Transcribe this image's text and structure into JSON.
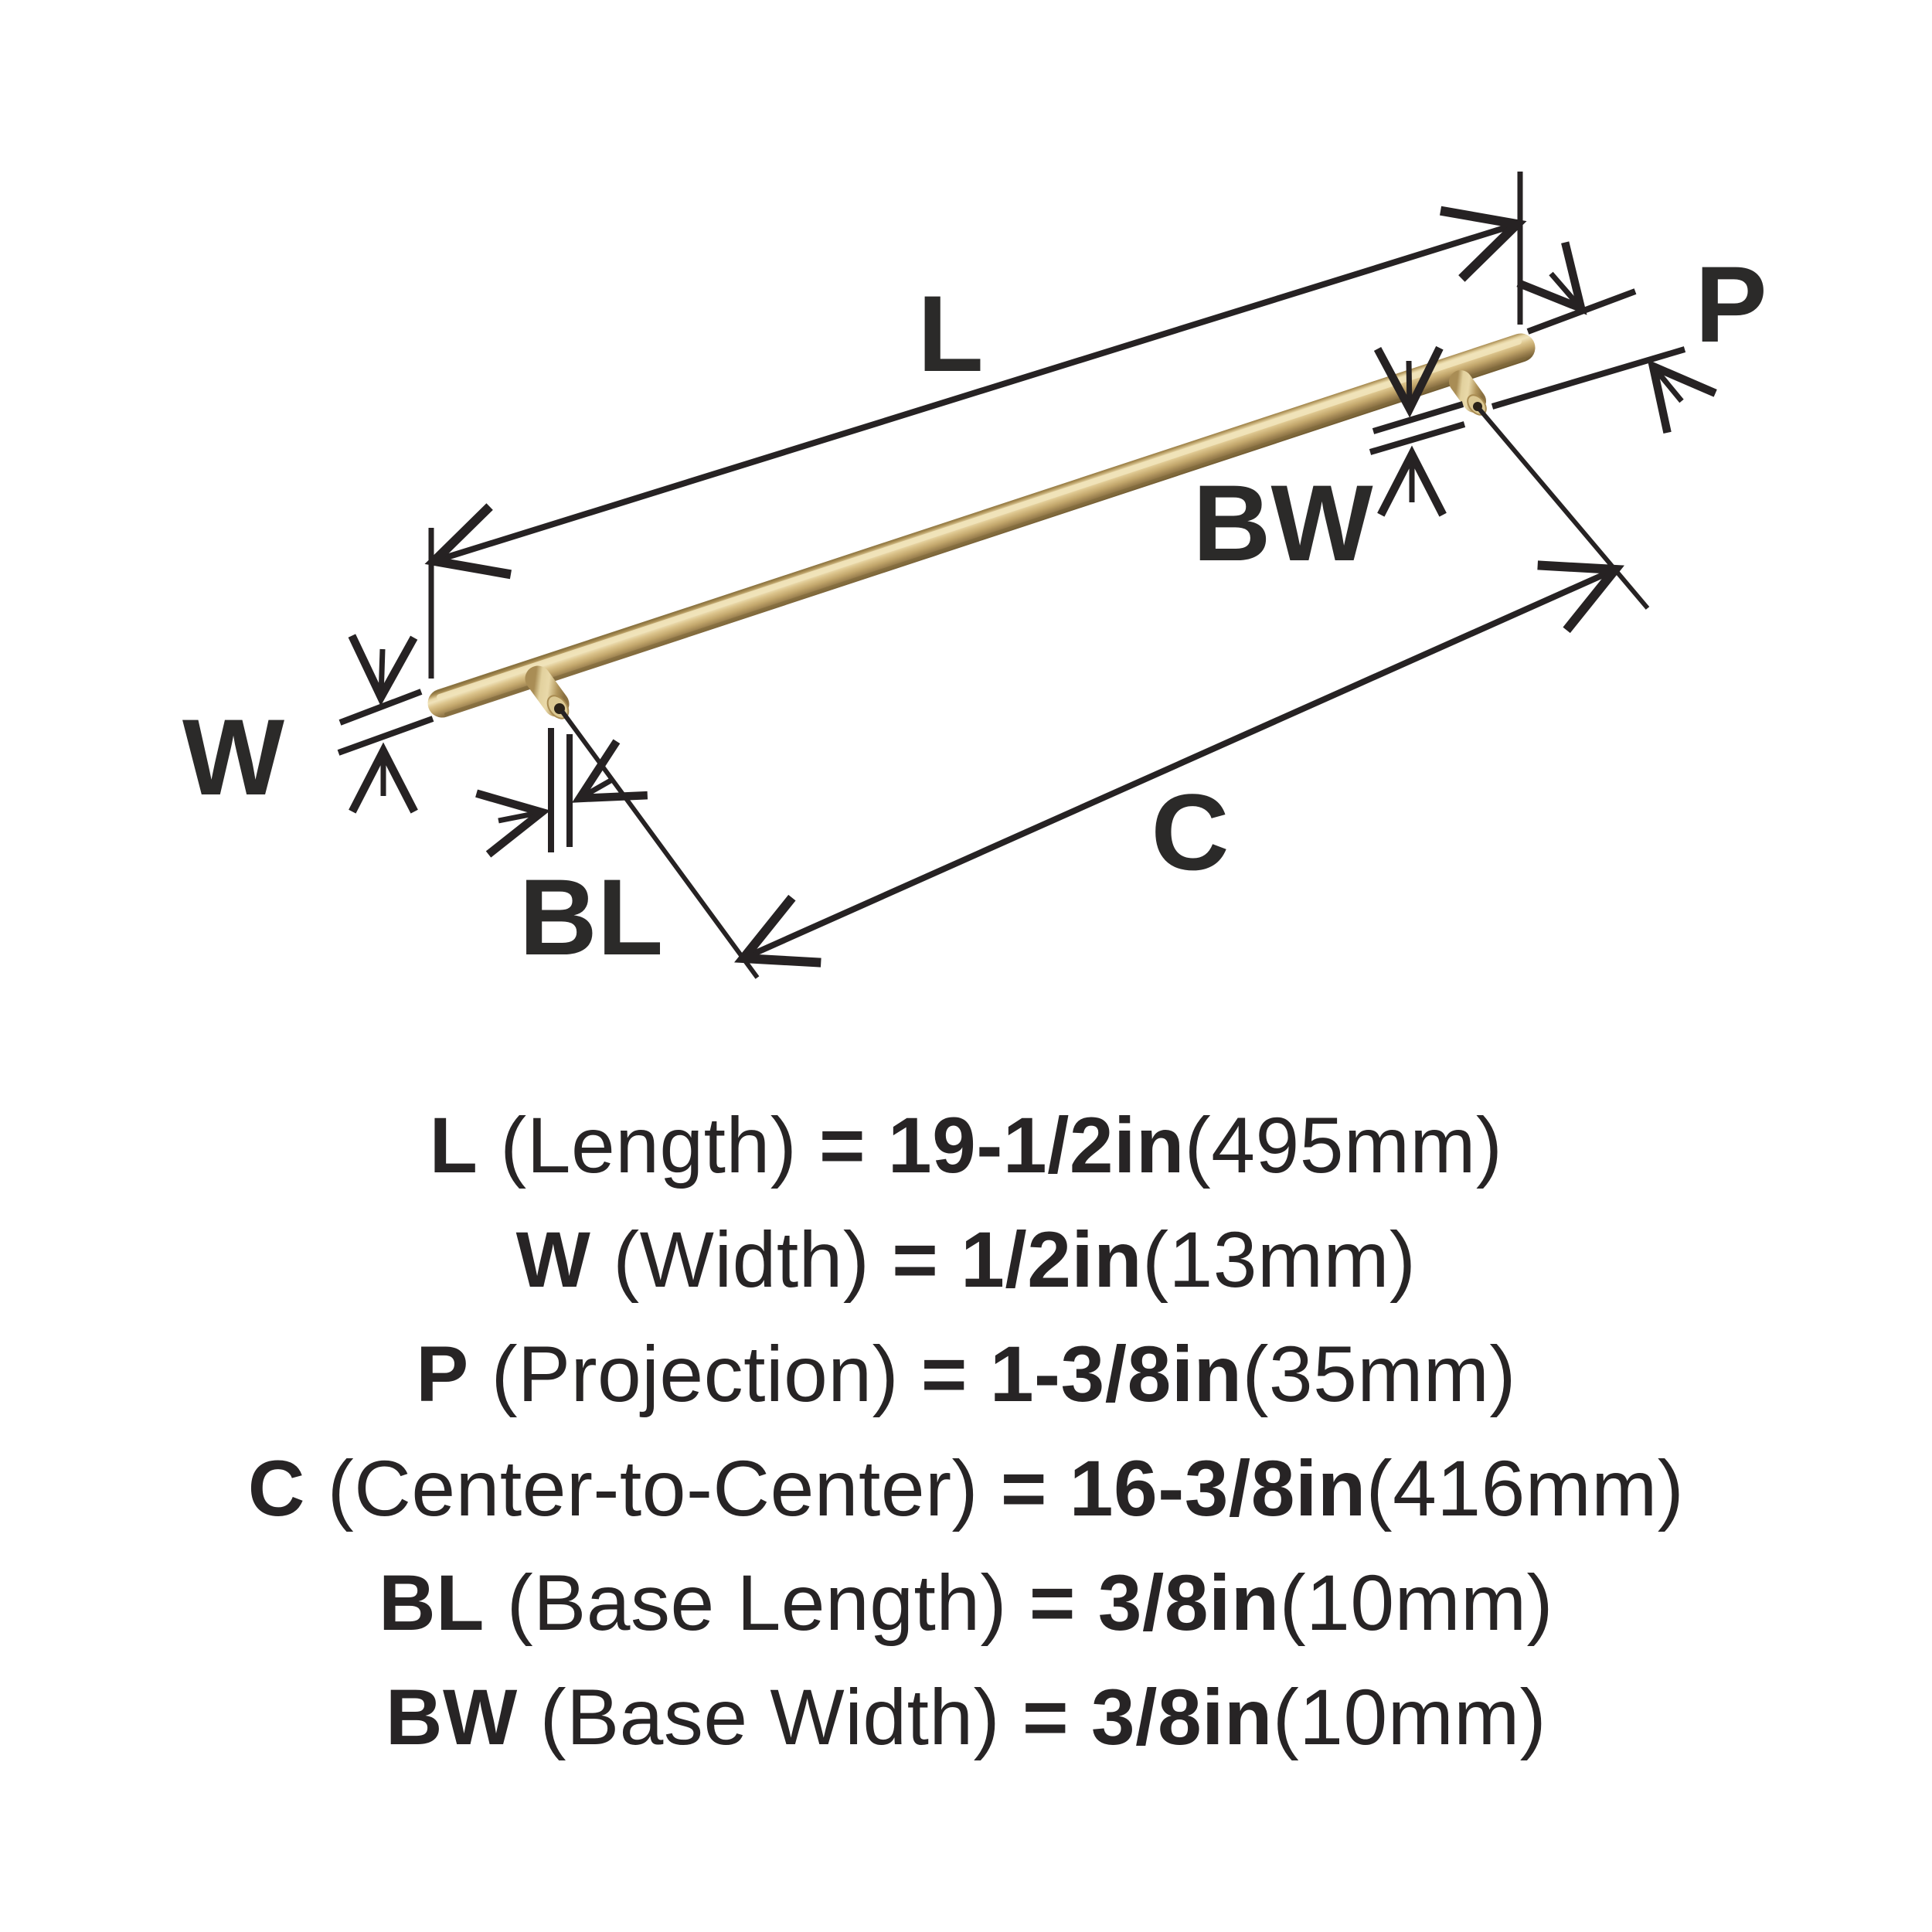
{
  "diagram": {
    "labels": {
      "length": "L",
      "width": "W",
      "projection": "P",
      "center_to_center": "C",
      "base_length": "BL",
      "base_width": "BW"
    },
    "colors": {
      "handle_gold": "#cdb277",
      "handle_highlight": "#f1e4ba",
      "handle_shadow": "#735d33",
      "line": "#262223",
      "label_text": "#2b2a29",
      "spec_text": "#272425"
    }
  },
  "specs": [
    {
      "label": "L",
      "desc": " (Length) ",
      "eqval": "= 19-1/2in",
      "metric": "(495mm)"
    },
    {
      "label": "W",
      "desc": " (Width) ",
      "eqval": "= 1/2in",
      "metric": "(13mm)"
    },
    {
      "label": "P",
      "desc": " (Projection) ",
      "eqval": "= 1-3/8in",
      "metric": "(35mm)"
    },
    {
      "label": "C",
      "desc": " (Center-to-Center) ",
      "eqval": "= 16-3/8in",
      "metric": "(416mm)"
    },
    {
      "label": "BL",
      "desc": " (Base Length) ",
      "eqval": "= 3/8in",
      "metric": "(10mm)"
    },
    {
      "label": "BW",
      "desc": " (Base Width) ",
      "eqval": "= 3/8in",
      "metric": "(10mm)"
    }
  ]
}
